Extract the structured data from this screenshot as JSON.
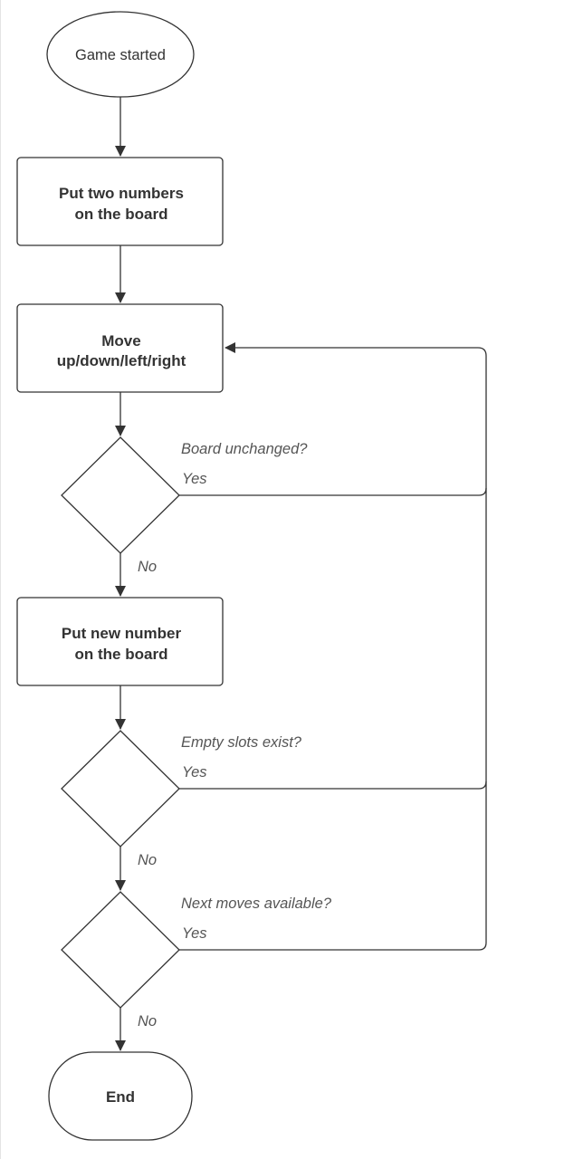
{
  "nodes": {
    "start": {
      "label": "Game started"
    },
    "put_two": {
      "line1": "Put two numbers",
      "line2": "on the board"
    },
    "move": {
      "line1": "Move",
      "line2": "up/down/left/right"
    },
    "decision_unchanged": {
      "question": "Board unchanged?",
      "yes": "Yes",
      "no": "No"
    },
    "put_new": {
      "line1": "Put new number",
      "line2": "on the board"
    },
    "decision_empty": {
      "question": "Empty slots exist?",
      "yes": "Yes",
      "no": "No"
    },
    "decision_moves": {
      "question": "Next moves available?",
      "yes": "Yes",
      "no": "No"
    },
    "end": {
      "label": "End"
    }
  },
  "colors": {
    "stroke": "#333333",
    "label": "#555555",
    "fill": "#ffffff"
  }
}
